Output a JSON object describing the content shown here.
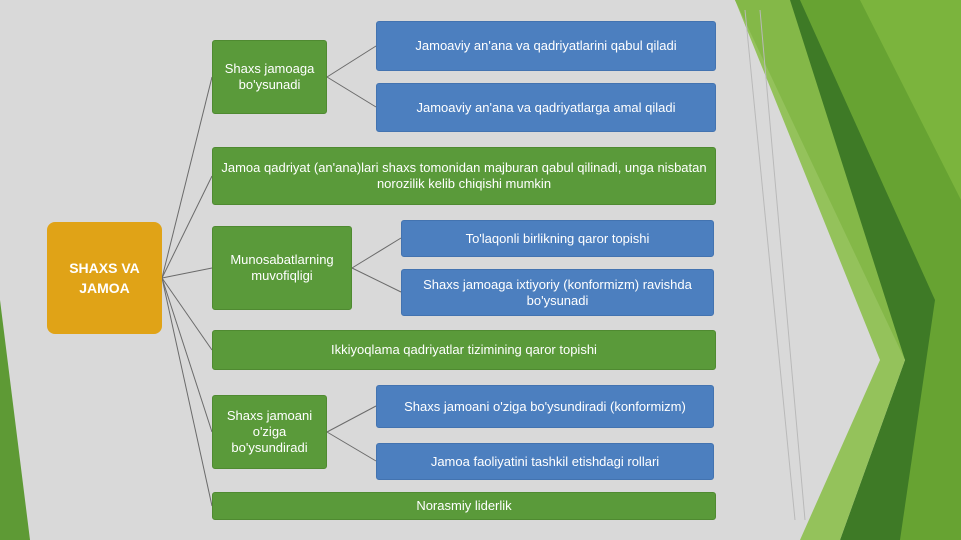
{
  "diagram": {
    "root": {
      "label": "SHAXS VA JAMOA"
    },
    "branches": [
      {
        "id": "b1",
        "label": "Shaxs jamoaga bo'ysunadi",
        "children": [
          "Jamoaviy an'ana va qadriyatlarini qabul qiladi",
          "Jamoaviy an'ana va qadriyatlarga amal qiladi"
        ]
      },
      {
        "id": "b2",
        "label": "Jamoa qadriyat (an'ana)lari shaxs tomonidan majburan qabul qilinadi, unga nisbatan norozilik kelib chiqishi mumkin",
        "children": []
      },
      {
        "id": "b3",
        "label": "Munosabatlarning muvofiqligi",
        "children": [
          "To'laqonli birlikning qaror topishi",
          "Shaxs jamoaga ixtiyoriy (konformizm) ravishda bo'ysunadi"
        ]
      },
      {
        "id": "b4",
        "label": "Ikkiyoqlama qadriyatlar tizimining qaror topishi",
        "children": []
      },
      {
        "id": "b5",
        "label": "Shaxs jamoani o'ziga bo'ysundiradi",
        "children": [
          "Shaxs jamoani o'ziga bo'ysundiradi (konformizm)",
          "Jamoa faoliyatini tashkil etishdagi rollari"
        ]
      },
      {
        "id": "b6",
        "label": "Norasmiy liderlik",
        "children": []
      }
    ]
  },
  "colors": {
    "green": "#5a9a3a",
    "blue": "#4c7fbf",
    "gold": "#e0a317",
    "background": "#d9d9d9"
  }
}
